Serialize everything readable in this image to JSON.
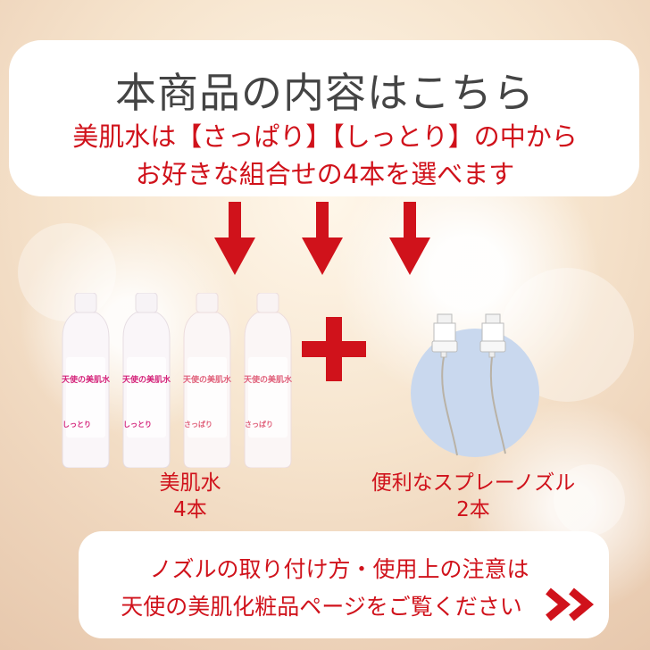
{
  "header": {
    "title": "本商品の内容はこちら",
    "subtitle_line1": "美肌水は【さっぱり】【しっとり】の中から",
    "subtitle_line2": "お好きな組合せの4本を選べます"
  },
  "products": {
    "bottle_brand": "天使の美肌水",
    "bottle_variants": [
      "しっとり",
      "しっとり",
      "さっぱり",
      "さっぱり"
    ],
    "bottles_label_line1": "美肌水",
    "bottles_label_line2": "4本",
    "nozzle_label_line1": "便利なスプレーノズル",
    "nozzle_label_line2": "2本"
  },
  "footer": {
    "note_line1": "ノズルの取り付け方・使用上の注意は",
    "note_line2": "天使の美肌化粧品ページをご覧ください"
  },
  "colors": {
    "accent_red": "#d0121b",
    "title_gray": "#444444",
    "pink_label": "#d4237a",
    "coral_label": "#e0607a"
  },
  "icons": [
    "down-arrow-icon",
    "plus-icon",
    "double-chevron-right-icon"
  ]
}
